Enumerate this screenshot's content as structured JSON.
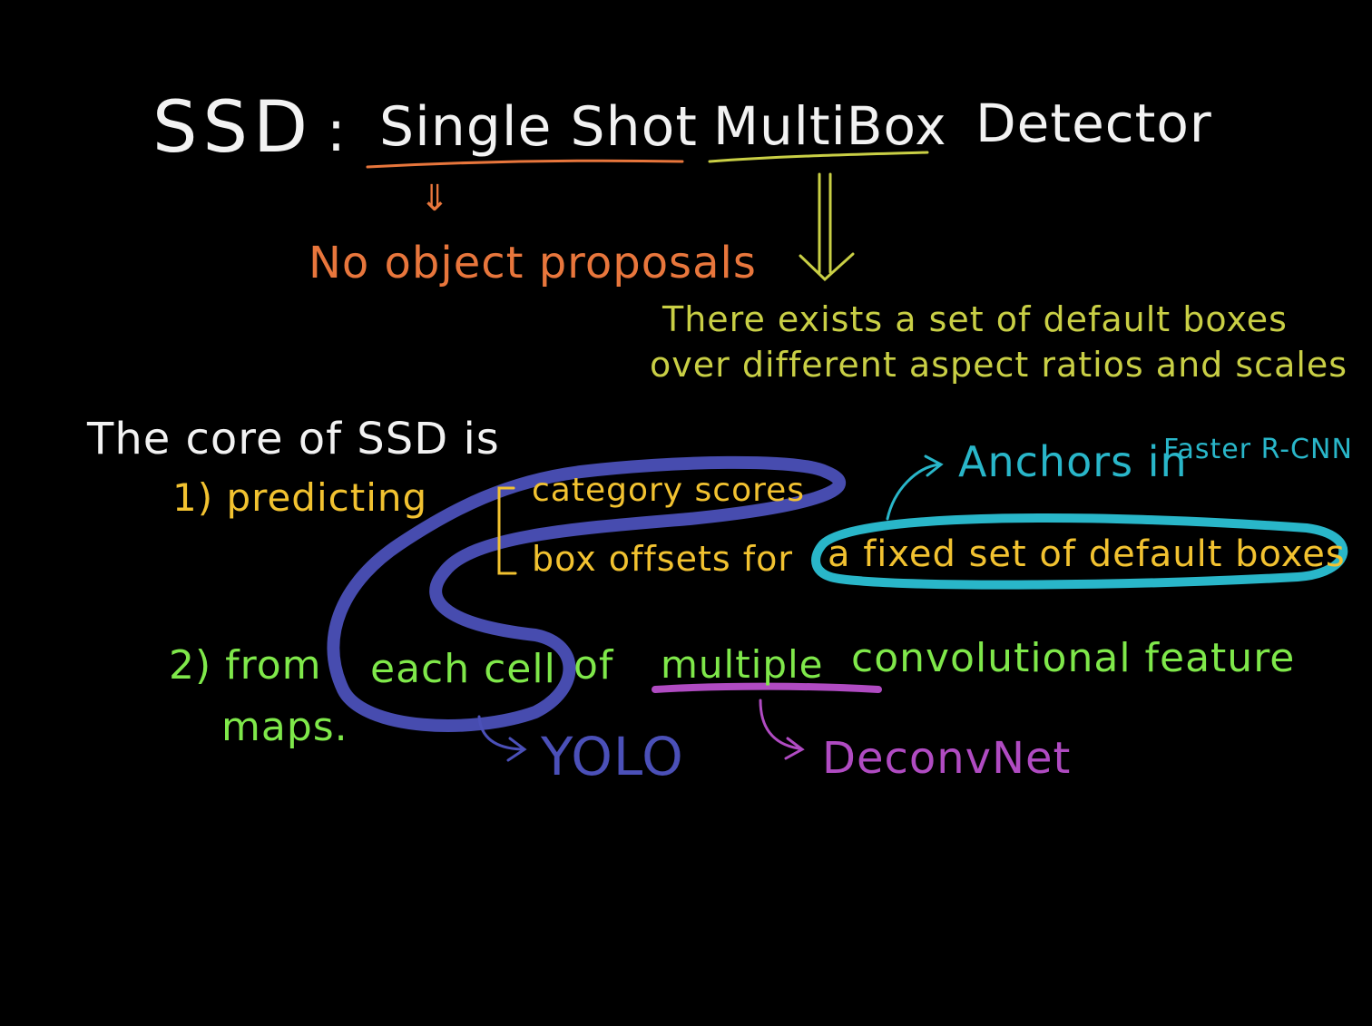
{
  "colors": {
    "background": "#000000",
    "white": "#f2f2f2",
    "orange": "#e8763c",
    "yellow_green": "#c9cf45",
    "yellow": "#f2c230",
    "green": "#7fe84a",
    "blue": "#4b50b8",
    "cyan": "#29b6c9",
    "purple": "#b04bc2"
  },
  "title": {
    "abbr": "SSD",
    "colon": ":",
    "single_shot": "Single Shot",
    "multibox": "MultiBox",
    "detector": "Detector"
  },
  "branch_single_shot": {
    "arrow": "⇓",
    "text": "No object proposals"
  },
  "branch_multibox": {
    "arrow": "⇓",
    "line1": "There exists a set of default boxes",
    "line2": "over different aspect ratios and scales"
  },
  "core": {
    "heading": "The core of SSD is",
    "item1": {
      "label": "1) predicting",
      "bracket": "[",
      "sub1": "category scores",
      "sub2_prefix": "box offsets for",
      "sub2_highlight": "a fixed set of default boxes"
    },
    "item2": {
      "label": "2) from",
      "each_cell": "each cell",
      "of": "of",
      "multiple": "multiple",
      "rest": "convolutional feature",
      "line2": "maps."
    }
  },
  "annotations": {
    "anchors": "Anchors in",
    "faster_rcnn": "Faster R-CNN",
    "yolo": "YOLO",
    "deconvnet": "DeconvNet",
    "arrow_glyph": "→"
  }
}
